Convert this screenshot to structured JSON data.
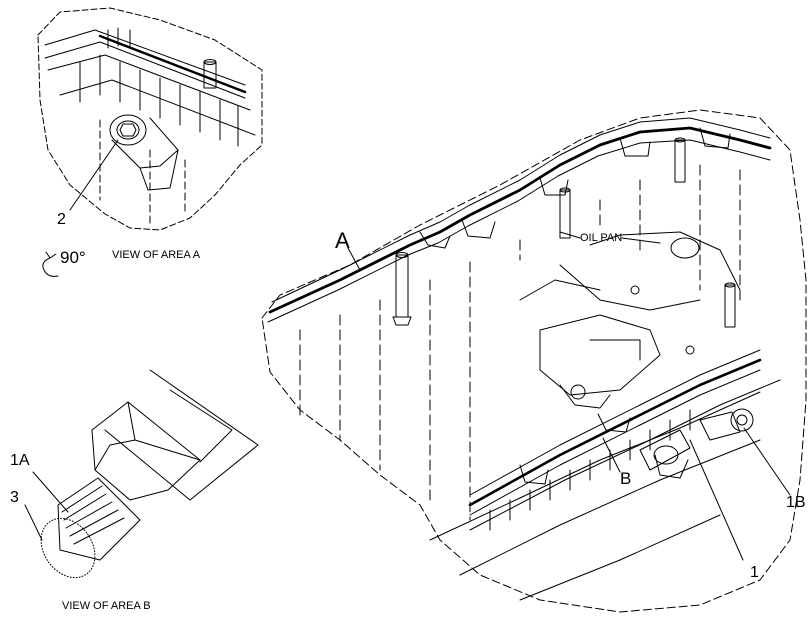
{
  "labels": {
    "view_a": "VIEW OF AREA A",
    "view_b": "VIEW OF AREA B",
    "oil_pan": "OIL PAN",
    "rotation": "90°",
    "area_a": "A",
    "area_b": "B",
    "callout_1": "1",
    "callout_1a": "1A",
    "callout_1b": "1B",
    "callout_2": "2",
    "callout_3": "3"
  }
}
